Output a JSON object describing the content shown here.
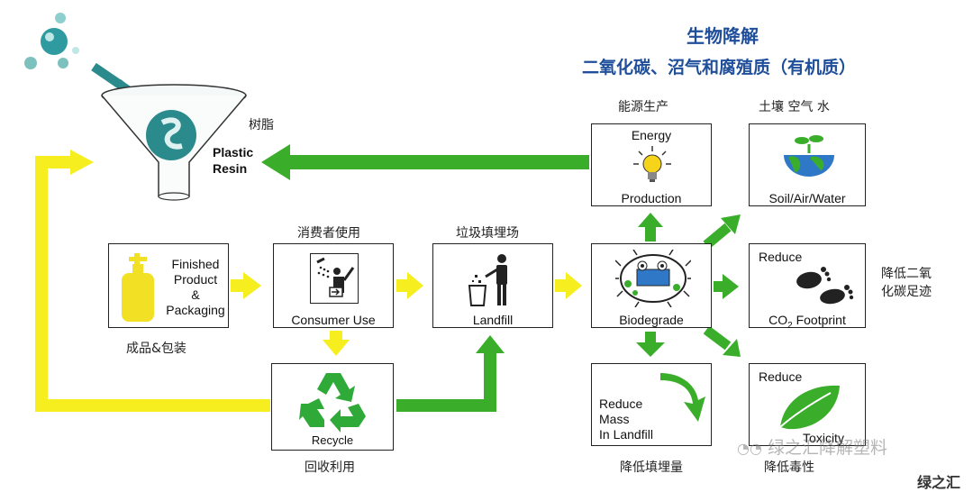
{
  "title": {
    "line1": "生物降解",
    "line2": "二氧化碳、沼气和腐殖质（有机质）"
  },
  "resin": {
    "label_cn": "树脂",
    "label_en_1": "Plastic",
    "label_en_2": "Resin"
  },
  "finished": {
    "label_en_1": "Finished",
    "label_en_2": "Product",
    "label_en_3": "&",
    "label_en_4": "Packaging",
    "label_cn": "成品&包装"
  },
  "consumer": {
    "label_cn": "消费者使用",
    "label_en": "Consumer Use"
  },
  "landfill": {
    "label_cn": "垃圾填埋场",
    "label_en": "Landfill"
  },
  "recycle": {
    "label_en": "Recycle",
    "label_cn": "回收利用"
  },
  "biodegrade": {
    "label_en": "Biodegrade"
  },
  "energy": {
    "label_cn": "能源生产",
    "label_en_1": "Energy",
    "label_en_2": "Production"
  },
  "soil": {
    "label_cn": "土壤 空气 水",
    "label_en": "Soil/Air/Water"
  },
  "co2": {
    "label_en_1": "Reduce",
    "label_en_2": "CO",
    "label_en_sub": "2",
    "label_en_3": " Footprint",
    "label_cn_1": "降低二氧",
    "label_cn_2": "化碳足迹"
  },
  "mass": {
    "label_en_1": "Reduce",
    "label_en_2": "Mass",
    "label_en_3": "In Landfill",
    "label_cn": "降低填埋量"
  },
  "toxicity": {
    "label_en_1": "Reduce",
    "label_en_2": "Toxicity",
    "label_cn": "降低毒性"
  },
  "watermark": {
    "text": "绿之汇降解塑料",
    "corner": "绿之汇"
  },
  "colors": {
    "arrow_green": "#3aae2a",
    "arrow_yellow": "#f6ee1e",
    "title_blue": "#1f4e9b",
    "funnel_teal": "#2a8a8c"
  }
}
